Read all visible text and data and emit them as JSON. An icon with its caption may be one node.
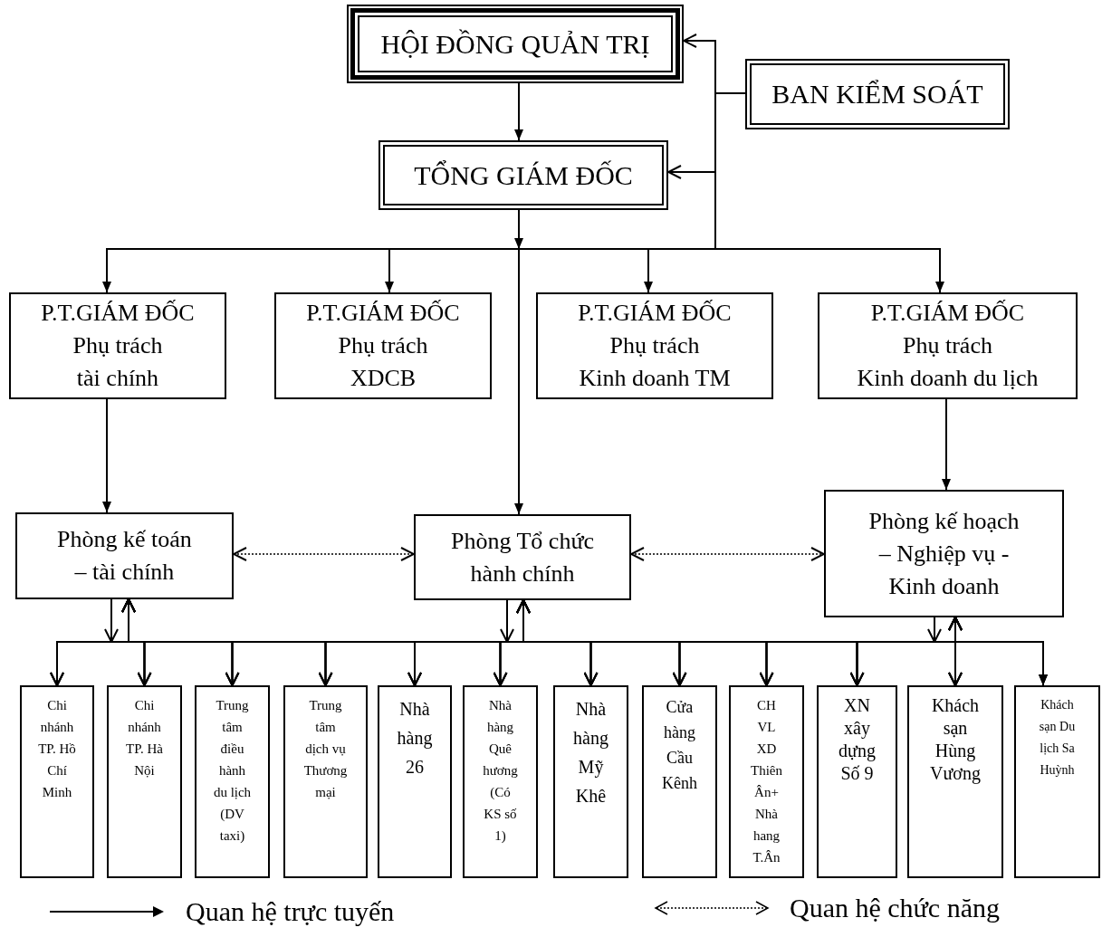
{
  "diagram": {
    "nodes": [
      {
        "text": [
          "HỘI ĐỒNG QUẢN TRỊ"
        ]
      },
      {
        "text": [
          "BAN KIỂM SOÁT"
        ]
      },
      {
        "text": [
          "TỔNG GIÁM ĐỐC"
        ]
      },
      {
        "text": [
          "P.T.GIÁM ĐỐC",
          "Phụ trách",
          "tài chính"
        ]
      },
      {
        "text": [
          "P.T.GIÁM ĐỐC",
          "Phụ trách",
          "XDCB"
        ]
      },
      {
        "text": [
          "P.T.GIÁM ĐỐC",
          "Phụ trách",
          "Kinh doanh TM"
        ]
      },
      {
        "text": [
          "P.T.GIÁM ĐỐC",
          "Phụ trách",
          "Kinh doanh du lịch"
        ]
      },
      {
        "text": [
          "Phòng kế toán – tài chính"
        ]
      },
      {
        "text": [
          "Phòng Tổ chức hành chính"
        ]
      },
      {
        "text": [
          "Phòng kế hoạch – Nghiệp vụ - Kinh doanh"
        ]
      },
      {
        "text": [
          "Chi nhánh TP. Hồ Chí Minh"
        ]
      },
      {
        "text": [
          "Chi nhánh TP. Hà Nội"
        ]
      },
      {
        "text": [
          "Trung tâm điều hành du lịch (DV taxi)"
        ]
      },
      {
        "text": [
          "Trung tâm dịch vụ Thương mại"
        ]
      },
      {
        "text": [
          "Nhà hàng 26"
        ]
      },
      {
        "text": [
          "Nhà hàng Quê hương (Có KS số 1)"
        ]
      },
      {
        "text": [
          "Nhà hàng Mỹ Khê"
        ]
      },
      {
        "text": [
          "Cửa hàng Cầu Kênh"
        ]
      },
      {
        "text": [
          "CH VL XD Thiên Ân+ Nhà hang T.Ân"
        ]
      },
      {
        "text": [
          "XN xây dựng Số 9"
        ]
      },
      {
        "text": [
          "Khách sạn Hùng Vương"
        ]
      },
      {
        "text": [
          "Khách sạn Du lịch Sa Huỳnh"
        ]
      }
    ],
    "edges": [
      {
        "from": 0,
        "to": 2,
        "arrow": "to"
      },
      {
        "from": 1,
        "to": 0,
        "arrow": "to"
      },
      {
        "from": 1,
        "to": 2,
        "arrow": "to"
      },
      {
        "from": 2,
        "to": 3,
        "arrow": "to"
      },
      {
        "from": 2,
        "to": 4,
        "arrow": "to"
      },
      {
        "from": 2,
        "to": 5,
        "arrow": "to"
      },
      {
        "from": 2,
        "to": 6,
        "arrow": "to"
      },
      {
        "from": 2,
        "to": 8,
        "arrow": "to"
      },
      {
        "from": 3,
        "to": 7,
        "arrow": "to"
      },
      {
        "from": 6,
        "to": 9,
        "arrow": "to"
      },
      {
        "from": 7,
        "to": 8,
        "arrow": "both",
        "style": "dashed"
      },
      {
        "from": 8,
        "to": 9,
        "arrow": "both",
        "style": "dashed"
      },
      {
        "from": 7,
        "to": 10,
        "arrow": "both"
      },
      {
        "from": 7,
        "to": 11,
        "arrow": "both"
      },
      {
        "from": 7,
        "to": 12,
        "arrow": "both"
      },
      {
        "from": 7,
        "to": 13,
        "arrow": "both"
      },
      {
        "from": 7,
        "to": 14,
        "arrow": "both"
      },
      {
        "from": 7,
        "to": 15,
        "arrow": "both"
      },
      {
        "from": 7,
        "to": 16,
        "arrow": "both"
      },
      {
        "from": 7,
        "to": 17,
        "arrow": "both"
      },
      {
        "from": 7,
        "to": 18,
        "arrow": "both"
      },
      {
        "from": 7,
        "to": 19,
        "arrow": "both"
      },
      {
        "from": 7,
        "to": 20,
        "arrow": "both"
      },
      {
        "from": 7,
        "to": 21,
        "arrow": "both"
      },
      {
        "from": 8,
        "to": 10,
        "arrow": "both"
      },
      {
        "from": 8,
        "to": 11,
        "arrow": "both"
      },
      {
        "from": 8,
        "to": 12,
        "arrow": "both"
      },
      {
        "from": 8,
        "to": 13,
        "arrow": "both"
      },
      {
        "from": 8,
        "to": 14,
        "arrow": "both"
      },
      {
        "from": 8,
        "to": 15,
        "arrow": "both"
      },
      {
        "from": 8,
        "to": 16,
        "arrow": "both"
      },
      {
        "from": 8,
        "to": 17,
        "arrow": "both"
      },
      {
        "from": 8,
        "to": 18,
        "arrow": "both"
      },
      {
        "from": 8,
        "to": 19,
        "arrow": "both"
      },
      {
        "from": 8,
        "to": 20,
        "arrow": "both"
      },
      {
        "from": 8,
        "to": 21,
        "arrow": "both"
      },
      {
        "from": 9,
        "to": 10,
        "arrow": "both"
      },
      {
        "from": 9,
        "to": 11,
        "arrow": "both"
      },
      {
        "from": 9,
        "to": 12,
        "arrow": "both"
      },
      {
        "from": 9,
        "to": 13,
        "arrow": "both"
      },
      {
        "from": 9,
        "to": 14,
        "arrow": "both"
      },
      {
        "from": 9,
        "to": 15,
        "arrow": "both"
      },
      {
        "from": 9,
        "to": 16,
        "arrow": "both"
      },
      {
        "from": 9,
        "to": 17,
        "arrow": "both"
      },
      {
        "from": 9,
        "to": 18,
        "arrow": "both"
      },
      {
        "from": 9,
        "to": 19,
        "arrow": "both"
      },
      {
        "from": 9,
        "to": 20,
        "arrow": "both"
      },
      {
        "from": 9,
        "to": 21,
        "arrow": "both"
      }
    ],
    "legend": [
      {
        "text": "Quan hệ trực tuyến"
      },
      {
        "text": "Quan hệ chức năng"
      }
    ]
  }
}
